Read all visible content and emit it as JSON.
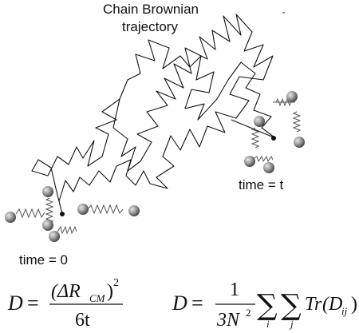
{
  "diagram": {
    "title_line1": "Chain Brownian",
    "title_line2": "trajectory",
    "label_time_t": "time = t",
    "label_time_0": "time = 0"
  },
  "equations": {
    "diffusion_msd": {
      "lhs": "D",
      "equals": "=",
      "delta": "(ΔR",
      "subscript": "CM",
      "close": ")",
      "power": "2",
      "denominator": "6t"
    },
    "diffusion_tensor": {
      "lhs": "D",
      "equals": "=",
      "numerator": "1",
      "denominator_base": "3N",
      "denominator_power": "2",
      "sum": "∑",
      "index_i": "i",
      "index_j": "j",
      "op": "Tr",
      "arg_open": "(D",
      "arg_sub": "ij",
      "arg_close": ")"
    }
  },
  "colors": {
    "ink": "#111111",
    "bead": "#8a8a8a",
    "spring": "#555555"
  }
}
